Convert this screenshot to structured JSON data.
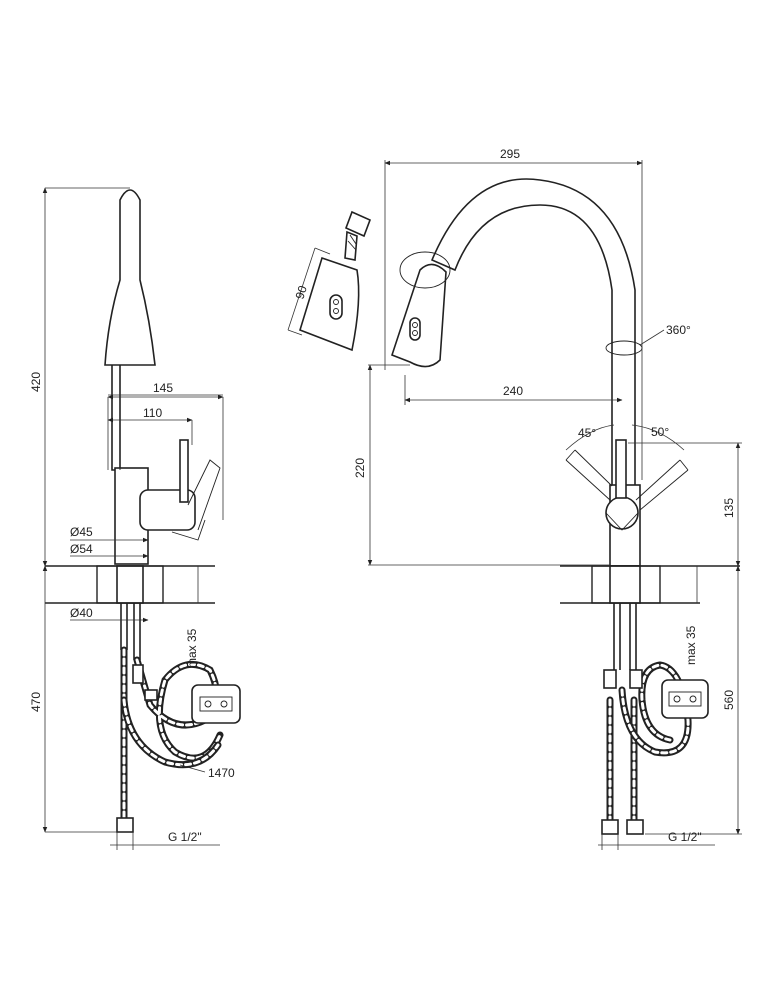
{
  "dimensions": {
    "side_height_top": "420",
    "side_spout_reach": "145",
    "side_handle_reach": "110",
    "side_base_d45": "Ø45",
    "side_base_d54": "Ø54",
    "side_bore_d40": "Ø40",
    "side_max_thickness": "max 35",
    "side_height_bottom": "470",
    "hose_length": "1470",
    "side_thread": "G 1/2\"",
    "front_spout_width": "295",
    "spray_head_length": "90",
    "rotation_angle": "360°",
    "spout_reach": "240",
    "spout_height": "220",
    "handle_angle_left": "45°",
    "handle_angle_right": "50°",
    "handle_height": "135",
    "front_max_thickness": "max 35",
    "front_height_bottom": "560",
    "front_thread": "G 1/2\""
  }
}
